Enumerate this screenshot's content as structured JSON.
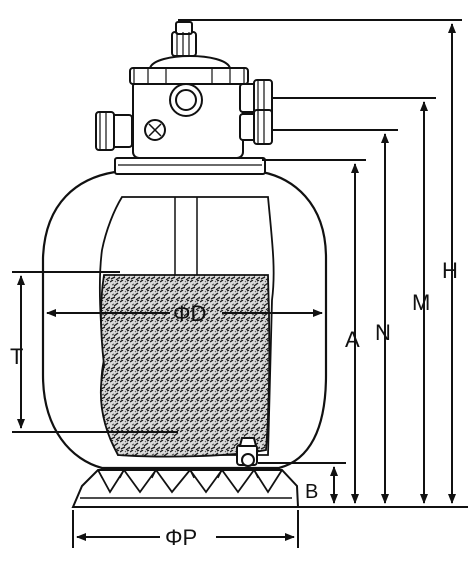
{
  "diagram": {
    "dimension_labels": {
      "diameter_body": "ΦD",
      "diameter_base": "ΦP",
      "height_A": "A",
      "height_N": "N",
      "height_M": "M",
      "height_H": "H",
      "height_B": "B",
      "height_T": "T"
    },
    "parts": [
      "multiport-valve",
      "filter-tank",
      "sand-media",
      "drain-plug",
      "base-stand"
    ],
    "colors": {
      "line": "#111111",
      "background": "#ffffff",
      "sand_dark": "#222222",
      "sand_light": "#e6e6e6"
    }
  }
}
